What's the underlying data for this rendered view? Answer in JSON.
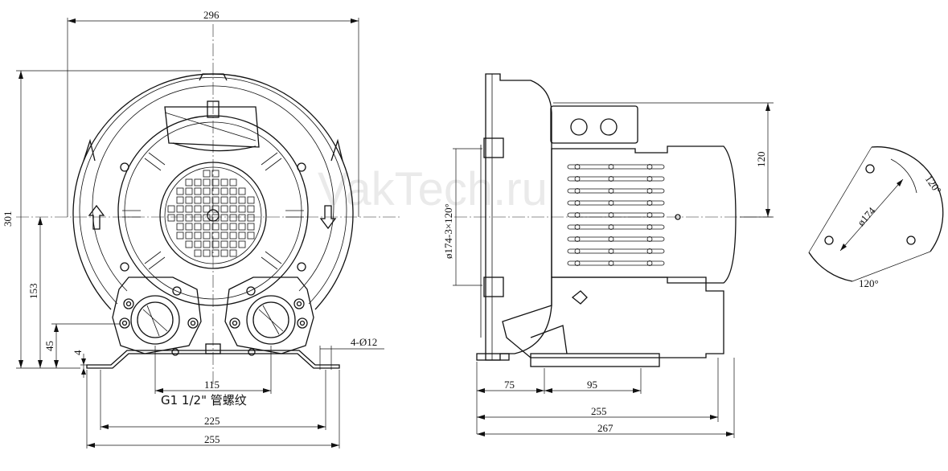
{
  "watermark": "VakTech.ru",
  "front_view": {
    "width_top": "296",
    "height_left": "301",
    "center_height": "153",
    "flange_height": "45",
    "base_thickness": "4",
    "port_spacing": "115",
    "thread_note": "G1 1/2\" 管螺纹",
    "base_holes": "225",
    "base_width": "255",
    "holes_note": "4-Ø12"
  },
  "side_view": {
    "bolt_circle_note": "ø174-3×120°",
    "motor_height": "120",
    "base_offset": "75",
    "hole_spacing": "95",
    "inner_length": "255",
    "total_length": "267"
  },
  "detail_view": {
    "diameter": "ø174",
    "angle_top": "120°",
    "angle_bottom": "120°"
  }
}
